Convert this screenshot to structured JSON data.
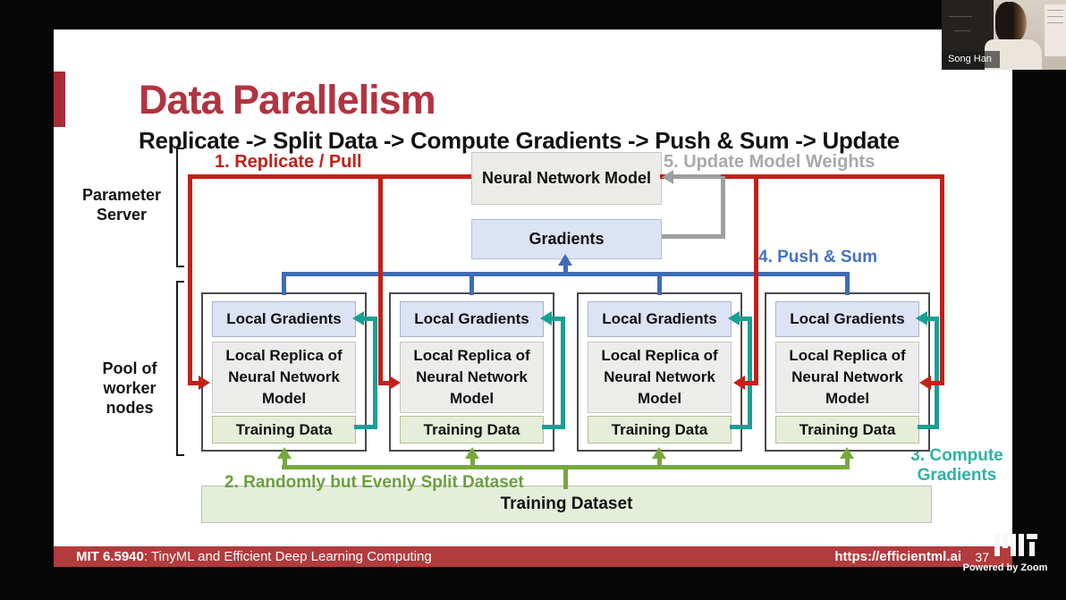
{
  "slide": {
    "title": "Data Parallelism",
    "subtitle": "Replicate -> Split Data -> Compute Gradients -> Push & Sum -> Update"
  },
  "diagram": {
    "labels": {
      "parameter_server": "Parameter Server",
      "pool_of_worker_nodes": "Pool of worker nodes"
    },
    "steps": {
      "s1": "1. Replicate / Pull",
      "s2": "2. Randomly but Evenly Split Dataset",
      "s3": "3. Compute Gradients",
      "s4": "4. Push & Sum",
      "s5": "5. Update Model Weights"
    },
    "server": {
      "model_box": "Neural Network Model",
      "gradients_box": "Gradients"
    },
    "workers": [
      {
        "local_gradients": "Local Gradients",
        "local_replica": "Local Replica of Neural Network Model",
        "training_data": "Training Data"
      },
      {
        "local_gradients": "Local Gradients",
        "local_replica": "Local Replica of Neural Network Model",
        "training_data": "Training Data"
      },
      {
        "local_gradients": "Local Gradients",
        "local_replica": "Local Replica of Neural Network Model",
        "training_data": "Training Data"
      },
      {
        "local_gradients": "Local Gradients",
        "local_replica": "Local Replica of Neural Network Model",
        "training_data": "Training Data"
      }
    ],
    "dataset_box": "Training Dataset",
    "colors": {
      "title_red": "#b23440",
      "arrow_red": "#c32017",
      "arrow_blue": "#3e6cb5",
      "arrow_teal": "#17a094",
      "arrow_green": "#77a83e",
      "arrow_gray": "#9f9f9f",
      "footer_red": "#b23b3d",
      "gradients_fill": "#dbe3f4",
      "model_fill": "#edebe7",
      "training_fill": "#e6eeda"
    }
  },
  "footer": {
    "course_code": "MIT 6.5940",
    "course_rest": ": TinyML and Efficient Deep Learning Computing",
    "url": "https://efficientml.ai",
    "page_number": "37"
  },
  "webcam": {
    "participant_name": "Song Han"
  },
  "branding": {
    "powered_by": "Powered by Zoom"
  }
}
